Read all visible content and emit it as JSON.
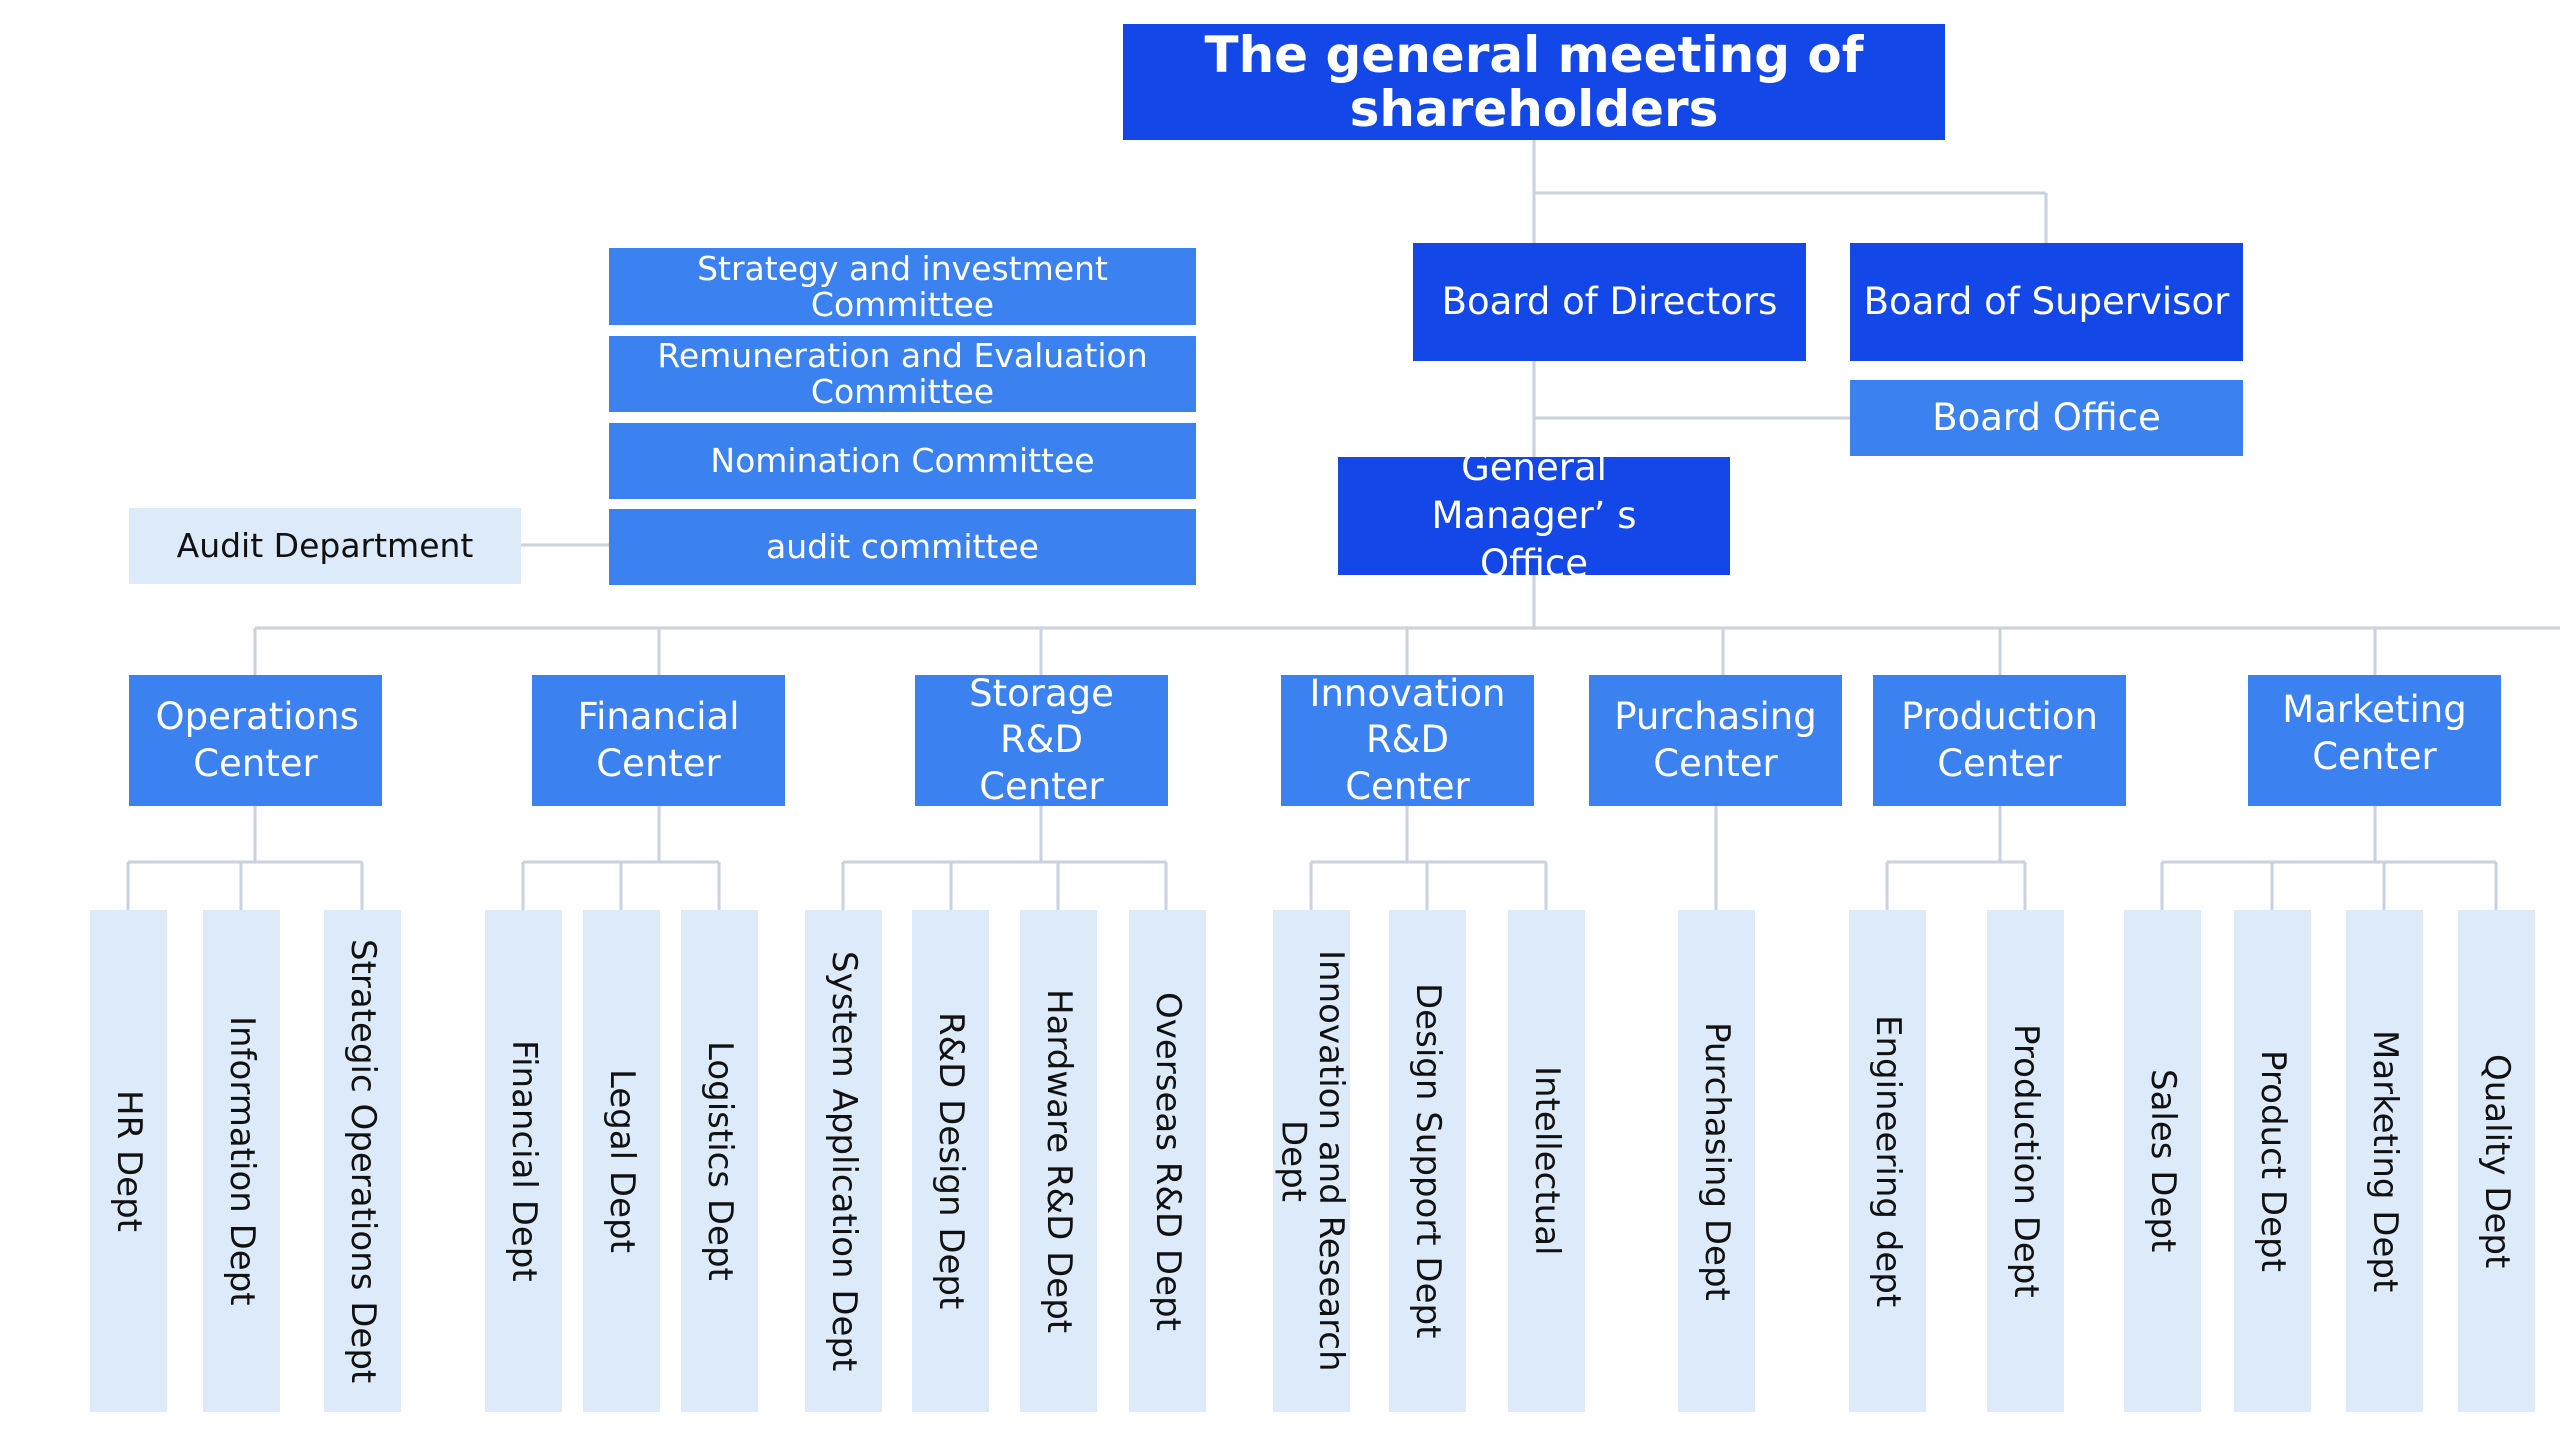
{
  "top": {
    "label": "The general meeting of shareholders"
  },
  "boards": {
    "directors": "Board of Directors",
    "supervisor": "Board of Supervisor",
    "office": "Board Office"
  },
  "gm_office": "General Manager’ s Office",
  "committees": [
    "Strategy and investment Committee",
    "Remuneration and Evaluation Committee",
    "Nomination Committee",
    "audit committee"
  ],
  "audit_department": "Audit Department",
  "centers": [
    "Operations Center",
    "Financial Center",
    "Storage R&D Center",
    "Innovation R&D Center",
    "Purchasing Center",
    "Production Center",
    "Marketing Center"
  ],
  "departments": [
    "HR Dept",
    "Information Dept",
    "Strategic Operations Dept",
    "Financial Dept",
    "Legal Dept",
    "Logistics Dept",
    "System Application Dept",
    "R&D Design Dept",
    "Hardware R&D Dept",
    "Overseas R&D Dept",
    "Innovation and Research Dept",
    "Design Support Dept",
    "Intellectual",
    "Purchasing Dept",
    "Engineering dept",
    "Production Dept",
    "Sales Dept",
    "Product Dept",
    "Marketing Dept",
    "Quality Dept"
  ],
  "colors": {
    "dark_box": "#1347e8",
    "mid_box": "#3b82f0",
    "pale_box": "#ddeaf9",
    "connector": "#c9d2dd"
  }
}
